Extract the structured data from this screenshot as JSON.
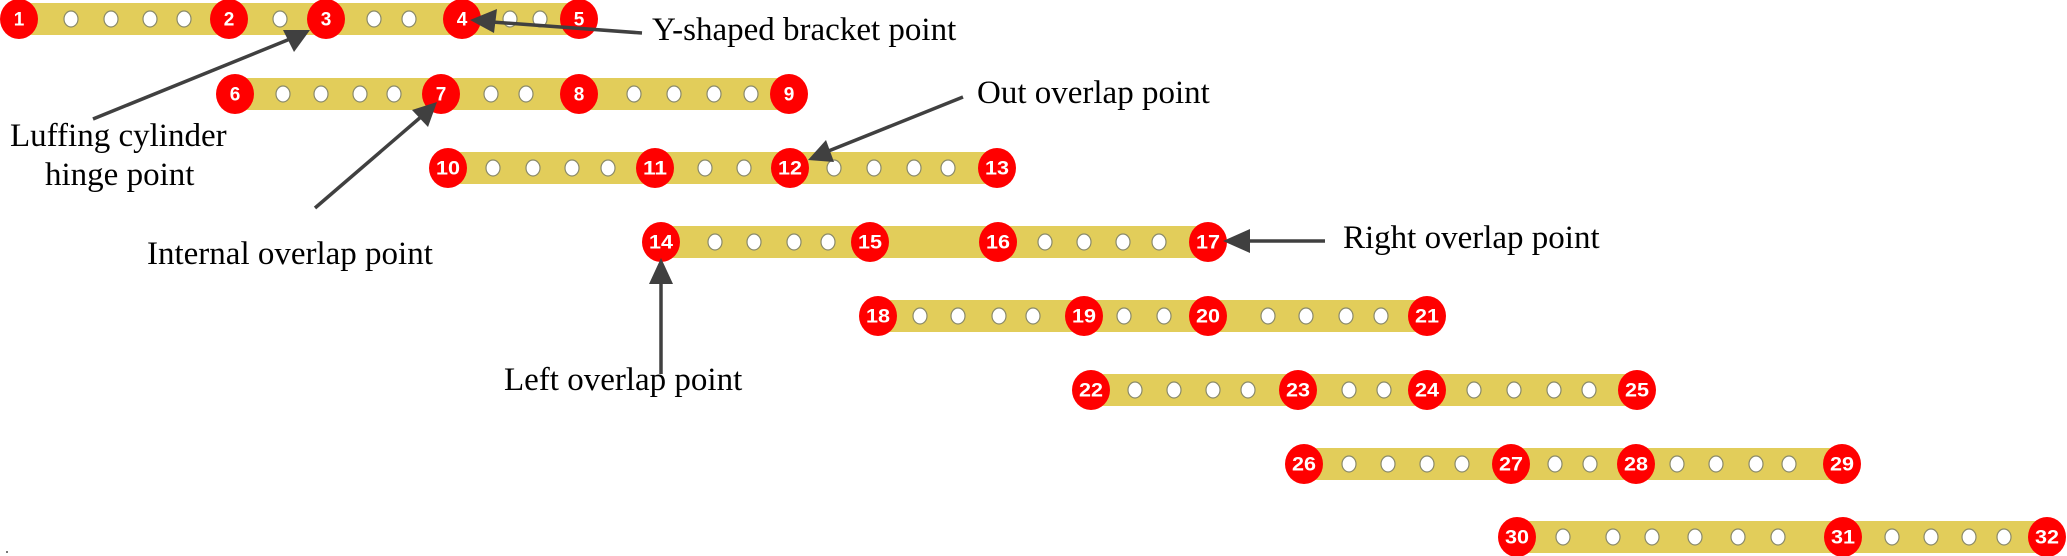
{
  "figure": {
    "description": "Telescopic boom section node layout with numbered hinge points and annotated overlap points",
    "colors": {
      "bar": "#E2CD5A",
      "node": "#FF0000",
      "node_text": "#FFFFFF",
      "hole": "#FFFFFF",
      "arrow": "#404040"
    },
    "sections": [
      {
        "id": "section-1",
        "items": [
          "1",
          "o",
          "o",
          "o",
          "o",
          "2",
          "o",
          "3",
          "o",
          "o",
          "4",
          "o",
          "o",
          "5"
        ]
      },
      {
        "id": "section-2",
        "items": [
          "6",
          "o",
          "o",
          "o",
          "o",
          "7",
          "o",
          "o",
          "8",
          "o",
          "o",
          "o",
          "o",
          "9"
        ]
      },
      {
        "id": "section-3",
        "items": [
          "10",
          "o",
          "o",
          "o",
          "o",
          "11",
          "o",
          "o",
          "12",
          "o",
          "o",
          "o",
          "o",
          "13"
        ]
      },
      {
        "id": "section-4",
        "items": [
          "14",
          "o",
          "o",
          "o",
          "o",
          "15",
          "16",
          "o",
          "o",
          "o",
          "o",
          "17"
        ]
      },
      {
        "id": "section-5",
        "items": [
          "18",
          "o",
          "o",
          "o",
          "o",
          "19",
          "o",
          "o",
          "20",
          "o",
          "o",
          "o",
          "o",
          "21"
        ]
      },
      {
        "id": "section-6",
        "items": [
          "22",
          "o",
          "o",
          "o",
          "o",
          "23",
          "o",
          "o",
          "24",
          "o",
          "o",
          "o",
          "o",
          "25"
        ]
      },
      {
        "id": "section-7",
        "items": [
          "26",
          "o",
          "o",
          "o",
          "o",
          "27",
          "o",
          "o",
          "28",
          "o",
          "o",
          "o",
          "o",
          "29"
        ]
      },
      {
        "id": "section-8",
        "items": [
          "30",
          "o",
          "o",
          "o",
          "o",
          "o",
          "o",
          "31",
          "o",
          "o",
          "o",
          "o",
          "32"
        ]
      }
    ],
    "annotations": [
      {
        "id": "y-shaped-bracket",
        "text": "Y-shaped bracket point",
        "target_node": "4"
      },
      {
        "id": "luffing-cylinder",
        "lines": [
          "Luffing cylinder",
          "hinge point"
        ],
        "target_node": "3"
      },
      {
        "id": "internal-overlap",
        "text": "Internal overlap point",
        "target_node": "7"
      },
      {
        "id": "out-overlap",
        "text": "Out overlap point",
        "target_node": "12"
      },
      {
        "id": "right-overlap",
        "text": "Right overlap point",
        "target_node": "17"
      },
      {
        "id": "left-overlap",
        "text": "Left overlap point",
        "target_node": "14"
      }
    ]
  }
}
